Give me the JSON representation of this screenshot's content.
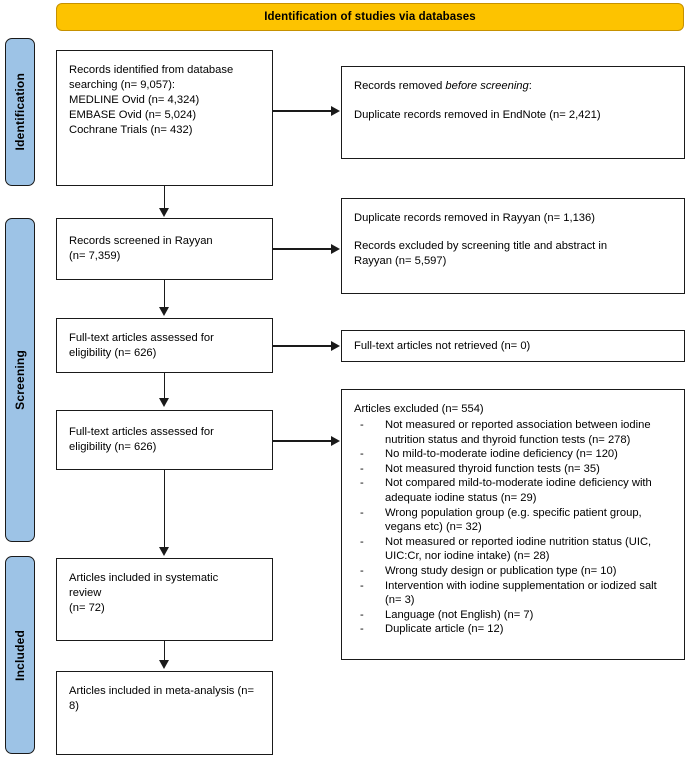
{
  "header": {
    "title": "Identification of studies via databases"
  },
  "colors": {
    "banner": "#FDC300",
    "stage_bar": "#9DC3E6",
    "border": "#1a1a1a",
    "background": "#ffffff"
  },
  "stages": [
    {
      "id": "identification",
      "label": "Identification"
    },
    {
      "id": "screening",
      "label": "Screening"
    },
    {
      "id": "included",
      "label": "Included"
    }
  ],
  "boxes": {
    "records_identified": {
      "text": "Records identified from database\nsearching (n= 9,057):\n     MEDLINE Ovid (n= 4,324)\n     EMBASE Ovid (n= 5,024)\n     Cochrane Trials (n= 432)"
    },
    "records_removed": {
      "line1_prefix": "Records removed ",
      "line1_italic": "before screening",
      "line1_suffix": ":",
      "line2": "Duplicate records removed in EndNote (n= 2,421)"
    },
    "records_screened": {
      "text": "Records screened in Rayyan\n(n= 7,359)"
    },
    "rayyan_excluded": {
      "line1": "Duplicate records removed in Rayyan (n= 1,136)",
      "line2": "Records excluded by screening title and abstract in\nRayyan (n= 5,597)"
    },
    "fulltext_assessed_1": {
      "text": "Full-text articles assessed for\neligibility (n= 626)"
    },
    "fulltext_not_retrieved": {
      "text": "Full-text articles not retrieved (n= 0)"
    },
    "fulltext_assessed_2": {
      "text": "Full-text articles assessed for\neligibility (n= 626)"
    },
    "articles_excluded": {
      "heading": "Articles excluded (n= 554)",
      "reasons": [
        "Not measured or reported association between iodine nutrition status and thyroid function tests (n= 278)",
        "No mild-to-moderate iodine deficiency (n= 120)",
        "Not measured thyroid function tests (n= 35)",
        "Not compared mild-to-moderate iodine deficiency with adequate iodine status (n= 29)",
        "Wrong population group (e.g. specific patient group, vegans etc) (n= 32)",
        "Not measured or reported iodine nutrition status (UIC, UIC:Cr, nor iodine intake) (n= 28)",
        "Wrong study design or publication type (n= 10)",
        "Intervention with iodine supplementation or iodized salt (n= 3)",
        "Language (not English) (n= 7)",
        "Duplicate article (n= 12)"
      ]
    },
    "included_systematic": {
      "line1": "Articles included in systematic\nreview",
      "line2": "(n= 72)"
    },
    "included_meta": {
      "line1": "Articles included in meta-analysis",
      "line2": "(n= 8)"
    }
  }
}
